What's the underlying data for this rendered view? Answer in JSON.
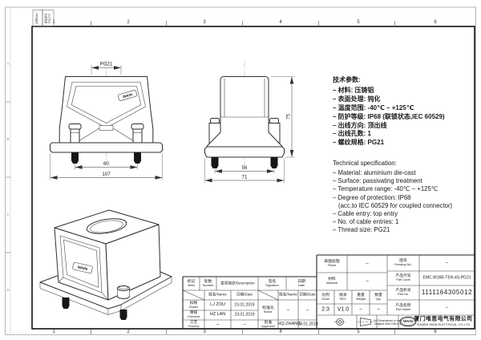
{
  "frame": {
    "columns": [
      "1",
      "2",
      "3",
      "4",
      "5",
      "6"
    ],
    "rows": [
      "A",
      "B",
      "C",
      "D"
    ],
    "rev_date_label": "日期/Date",
    "rev_doc_zh": "更改单号",
    "rev_doc_en": "Chg Doc"
  },
  "views": {
    "front": {
      "dim_thread": "PG21",
      "dim_screw_span": "60",
      "dim_overall_width": "107",
      "logo": "WAIN"
    },
    "side": {
      "dim_height": "75",
      "dim_screw_span": "56",
      "dim_overall_width": "71"
    },
    "iso": {
      "logo": "WAIN"
    }
  },
  "specs_cn": {
    "title": "技术参数:",
    "items": [
      "– 材料: 压铸铝",
      "– 表面处理: 钝化",
      "– 温度范围: -40℃ – +125℃",
      "– 防护等级: IP68 (联锁状态,IEC 60529)",
      "– 出线方向: 顶出线",
      "– 出线孔数: 1",
      "– 螺纹规格: PG21"
    ]
  },
  "specs_en": {
    "title": "Technical specification:",
    "items": [
      "– Material: aluminium die-cast",
      "– Surface: passivating treatment",
      "– Temperature range: -40℃ – +125℃",
      "– Degree of protection: IP68",
      "(acc.to IEC 60529 for coupled connector)",
      "– Cable entry: top entry",
      "– No. of cable entries: 1",
      "– Thread size: PG21"
    ]
  },
  "title_block": {
    "mark": {
      "zh": "标记",
      "en": "Mark"
    },
    "count": {
      "zh": "处数",
      "en": "Number"
    },
    "description_label": "变更描述/Description",
    "signature": {
      "zh": "签名",
      "en": "Signature"
    },
    "date": {
      "zh": "日期",
      "en": "Date"
    },
    "name_header": "姓名/Name",
    "date_header": "日期/Date",
    "drawn": {
      "zh": "拟制",
      "en": "Drawn",
      "name": "LJ ZOU",
      "date": "23.01.2019"
    },
    "checked": {
      "zh": "审核",
      "en": "Checked",
      "name": "HZ LAN",
      "date": "23.01.2019"
    },
    "process": {
      "zh": "工艺",
      "en": "Process",
      "name": "–",
      "date": "–"
    },
    "standardized": {
      "zh": "标准化",
      "en": "Stand.",
      "name": "–",
      "date": "–"
    },
    "approved": {
      "zh": "批准",
      "en": "Approved",
      "name": "HQ ZHANG",
      "date": "23.01.2019"
    },
    "finish": {
      "zh": "表面处理",
      "en": "Finish",
      "value": "–"
    },
    "material": {
      "zh": "材料",
      "en": "Material",
      "value": "–"
    },
    "scale": {
      "zh": "比例",
      "en": "Scale",
      "value": "2:3"
    },
    "revision": {
      "zh": "版本",
      "en": "REV.",
      "value": "V1.0"
    },
    "weight": {
      "zh": "重量",
      "en": "Weight",
      "value": "–"
    },
    "qty": {
      "zh": "数量",
      "en": "Qty.",
      "value": "–"
    },
    "drawing_no": {
      "zh": "图号",
      "en": "Drawing No.",
      "value": "–"
    },
    "part_code": {
      "zh": "产品代号",
      "en": "Part Code",
      "value": "EMC.W16B-TEH-4S-PG21"
    },
    "part_no": {
      "zh": "产品料号",
      "en": "Part No.",
      "value": "1111164305012"
    },
    "part_name": {
      "zh": "产品名称",
      "en": "Part Name",
      "value": "–"
    },
    "units_note_line1": "All Dimensions in mm",
    "units_note_line2": "Original Size DIN A 4",
    "company": {
      "logo": "WAIN",
      "zh": "厦门唯恩电气有限公司",
      "en": "XIAMEN WAIN ELECTRICAL CO.,LTD"
    }
  }
}
